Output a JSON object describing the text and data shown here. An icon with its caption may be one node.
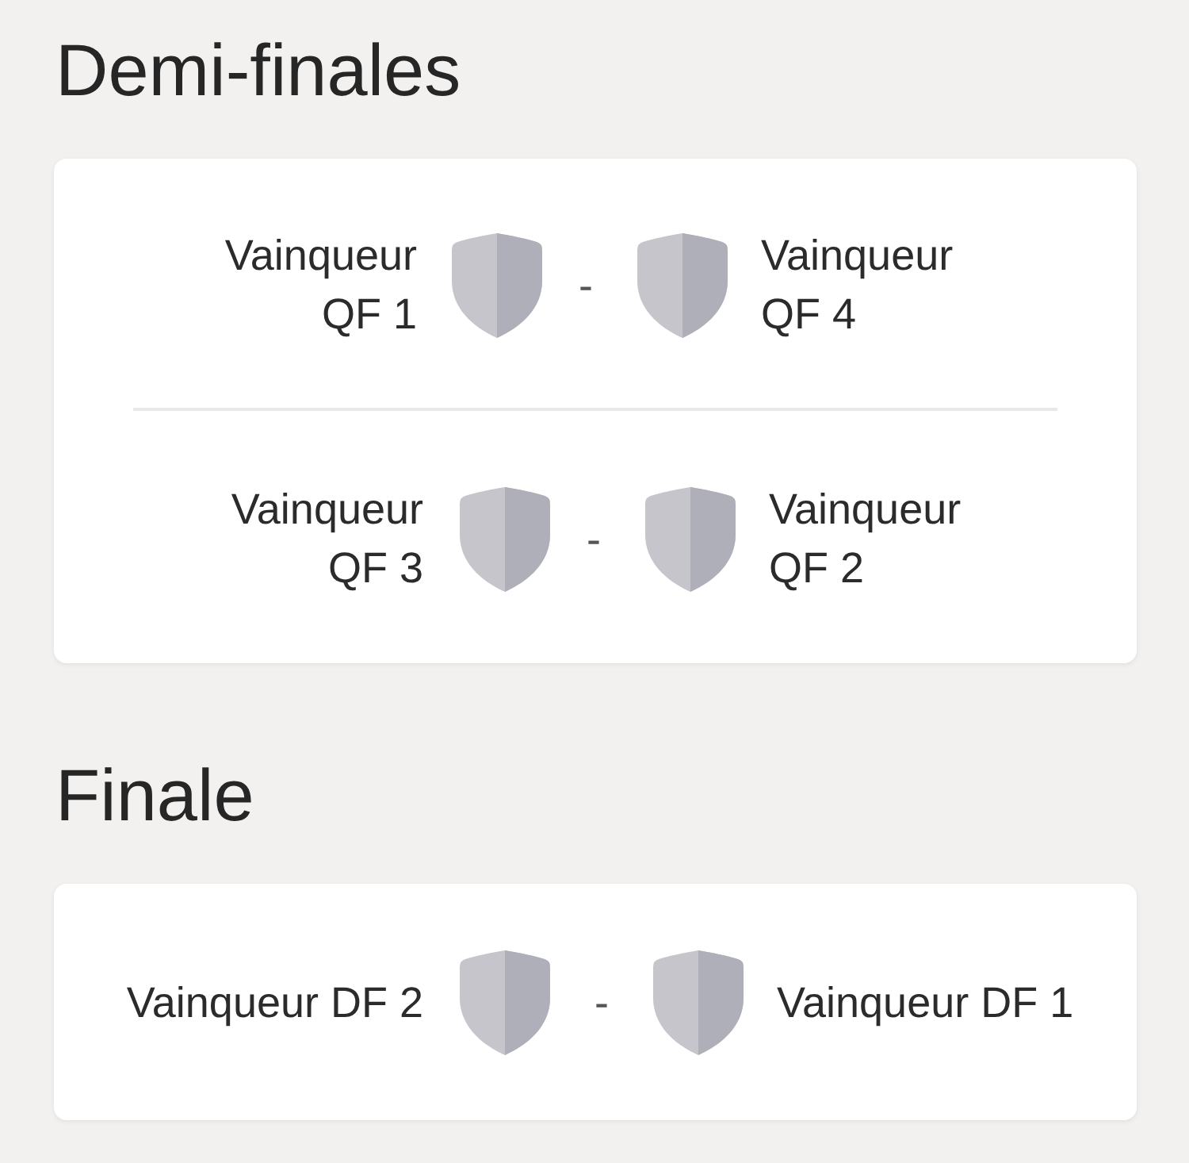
{
  "diagram": {
    "nodes": [
      {
        "text": [
          "Demi-finales"
        ]
      },
      {
        "text": [
          "Finale"
        ]
      }
    ],
    "labels": [
      "Vainqueur QF 1",
      "-",
      "Vainqueur QF 4",
      "Vainqueur QF 3",
      "-",
      "Vainqueur QF 2",
      "Vainqueur DF 2",
      "-",
      "Vainqueur DF 1"
    ]
  }
}
